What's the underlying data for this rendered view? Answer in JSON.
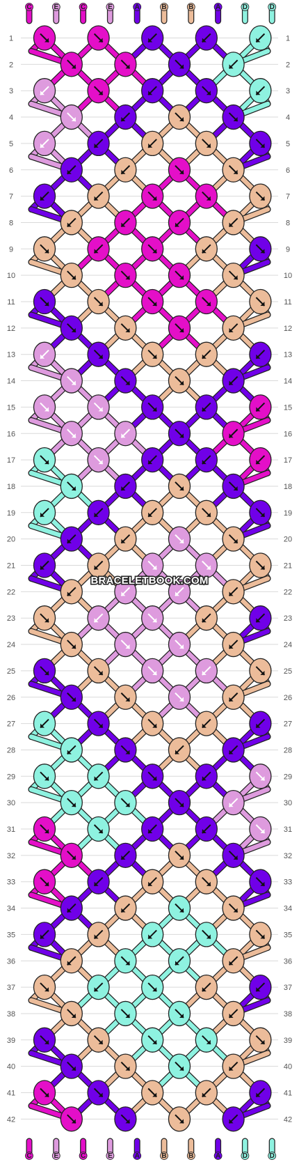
{
  "watermark": "BRACELETBOOK.COM",
  "colors": {
    "A": "#7000e8",
    "B": "#ecbc9a",
    "C": "#e40fc8",
    "D": "#8ef2e0",
    "E": "#de9bde"
  },
  "top_strings": [
    "C",
    "E",
    "C",
    "E",
    "A",
    "B",
    "B",
    "A",
    "D",
    "D"
  ],
  "bottom_strings": [
    "C",
    "E",
    "C",
    "E",
    "A",
    "B",
    "B",
    "A",
    "D",
    "D"
  ],
  "rows": [
    {
      "n": "1",
      "knots": [
        {
          "c": "C",
          "d": "r"
        },
        {
          "c": "C",
          "d": "r"
        },
        {
          "c": "A",
          "d": "l"
        },
        {
          "c": "A",
          "d": "l"
        },
        {
          "c": "D",
          "d": "l"
        }
      ]
    },
    {
      "n": "2",
      "knots": [
        {
          "c": "C",
          "d": "r"
        },
        {
          "c": "C",
          "d": "r"
        },
        {
          "c": "A",
          "d": "r"
        },
        {
          "c": "D",
          "d": "l"
        }
      ]
    },
    {
      "n": "3",
      "knots": [
        {
          "c": "E",
          "d": "bl"
        },
        {
          "c": "C",
          "d": "r"
        },
        {
          "c": "A",
          "d": "l"
        },
        {
          "c": "A",
          "d": "r"
        },
        {
          "c": "D",
          "d": "l"
        }
      ]
    },
    {
      "n": "4",
      "knots": [
        {
          "c": "E",
          "d": "br"
        },
        {
          "c": "A",
          "d": "l"
        },
        {
          "c": "B",
          "d": "r"
        },
        {
          "c": "A",
          "d": "r"
        }
      ]
    },
    {
      "n": "5",
      "knots": [
        {
          "c": "E",
          "d": "bl"
        },
        {
          "c": "A",
          "d": "l"
        },
        {
          "c": "B",
          "d": "l"
        },
        {
          "c": "B",
          "d": "r"
        },
        {
          "c": "A",
          "d": "r"
        }
      ]
    },
    {
      "n": "6",
      "knots": [
        {
          "c": "A",
          "d": "l"
        },
        {
          "c": "B",
          "d": "l"
        },
        {
          "c": "C",
          "d": "r"
        },
        {
          "c": "B",
          "d": "r"
        }
      ]
    },
    {
      "n": "7",
      "knots": [
        {
          "c": "A",
          "d": "l"
        },
        {
          "c": "B",
          "d": "l"
        },
        {
          "c": "C",
          "d": "r"
        },
        {
          "c": "C",
          "d": "r"
        },
        {
          "c": "B",
          "d": "r"
        }
      ]
    },
    {
      "n": "8",
      "knots": [
        {
          "c": "B",
          "d": "l"
        },
        {
          "c": "C",
          "d": "l"
        },
        {
          "c": "C",
          "d": "l"
        },
        {
          "c": "B",
          "d": "l"
        }
      ]
    },
    {
      "n": "9",
      "knots": [
        {
          "c": "B",
          "d": "r"
        },
        {
          "c": "C",
          "d": "l"
        },
        {
          "c": "C",
          "d": "r"
        },
        {
          "c": "B",
          "d": "l"
        },
        {
          "c": "A",
          "d": "r"
        }
      ]
    },
    {
      "n": "10",
      "knots": [
        {
          "c": "B",
          "d": "r"
        },
        {
          "c": "C",
          "d": "r"
        },
        {
          "c": "C",
          "d": "r"
        },
        {
          "c": "B",
          "d": "r"
        }
      ]
    },
    {
      "n": "11",
      "knots": [
        {
          "c": "A",
          "d": "r"
        },
        {
          "c": "B",
          "d": "r"
        },
        {
          "c": "C",
          "d": "r"
        },
        {
          "c": "C",
          "d": "r"
        },
        {
          "c": "B",
          "d": "r"
        }
      ]
    },
    {
      "n": "12",
      "knots": [
        {
          "c": "A",
          "d": "r"
        },
        {
          "c": "B",
          "d": "r"
        },
        {
          "c": "C",
          "d": "r"
        },
        {
          "c": "B",
          "d": "l"
        }
      ]
    },
    {
      "n": "13",
      "knots": [
        {
          "c": "E",
          "d": "bl"
        },
        {
          "c": "A",
          "d": "r"
        },
        {
          "c": "B",
          "d": "r"
        },
        {
          "c": "B",
          "d": "l"
        },
        {
          "c": "A",
          "d": "l"
        }
      ]
    },
    {
      "n": "14",
      "knots": [
        {
          "c": "E",
          "d": "br"
        },
        {
          "c": "A",
          "d": "r"
        },
        {
          "c": "B",
          "d": "r"
        },
        {
          "c": "A",
          "d": "l"
        }
      ]
    },
    {
      "n": "15",
      "knots": [
        {
          "c": "E",
          "d": "br"
        },
        {
          "c": "E",
          "d": "br"
        },
        {
          "c": "A",
          "d": "r"
        },
        {
          "c": "A",
          "d": "l"
        },
        {
          "c": "C",
          "d": "l"
        }
      ]
    },
    {
      "n": "16",
      "knots": [
        {
          "c": "E",
          "d": "br"
        },
        {
          "c": "E",
          "d": "bl"
        },
        {
          "c": "A",
          "d": "r"
        },
        {
          "c": "C",
          "d": "l"
        }
      ]
    },
    {
      "n": "17",
      "knots": [
        {
          "c": "D",
          "d": "r"
        },
        {
          "c": "E",
          "d": "br"
        },
        {
          "c": "A",
          "d": "l"
        },
        {
          "c": "A",
          "d": "l"
        },
        {
          "c": "C",
          "d": "l"
        }
      ]
    },
    {
      "n": "18",
      "knots": [
        {
          "c": "D",
          "d": "r"
        },
        {
          "c": "A",
          "d": "l"
        },
        {
          "c": "B",
          "d": "r"
        },
        {
          "c": "A",
          "d": "r"
        }
      ]
    },
    {
      "n": "19",
      "knots": [
        {
          "c": "D",
          "d": "l"
        },
        {
          "c": "A",
          "d": "l"
        },
        {
          "c": "B",
          "d": "l"
        },
        {
          "c": "B",
          "d": "r"
        },
        {
          "c": "A",
          "d": "r"
        }
      ]
    },
    {
      "n": "20",
      "knots": [
        {
          "c": "A",
          "d": "l"
        },
        {
          "c": "B",
          "d": "l"
        },
        {
          "c": "E",
          "d": "br"
        },
        {
          "c": "B",
          "d": "r"
        }
      ]
    },
    {
      "n": "21",
      "knots": [
        {
          "c": "A",
          "d": "l"
        },
        {
          "c": "B",
          "d": "l"
        },
        {
          "c": "E",
          "d": "br"
        },
        {
          "c": "E",
          "d": "br"
        },
        {
          "c": "B",
          "d": "r"
        }
      ]
    },
    {
      "n": "22",
      "knots": [
        {
          "c": "B",
          "d": "l"
        },
        {
          "c": "E",
          "d": "bl"
        },
        {
          "c": "E",
          "d": "bl"
        },
        {
          "c": "B",
          "d": "l"
        }
      ]
    },
    {
      "n": "23",
      "knots": [
        {
          "c": "B",
          "d": "r"
        },
        {
          "c": "E",
          "d": "bl"
        },
        {
          "c": "E",
          "d": "br"
        },
        {
          "c": "B",
          "d": "l"
        },
        {
          "c": "A",
          "d": "l"
        }
      ]
    },
    {
      "n": "24",
      "knots": [
        {
          "c": "B",
          "d": "r"
        },
        {
          "c": "E",
          "d": "br"
        },
        {
          "c": "E",
          "d": "br"
        },
        {
          "c": "B",
          "d": "l"
        }
      ]
    },
    {
      "n": "25",
      "knots": [
        {
          "c": "A",
          "d": "r"
        },
        {
          "c": "B",
          "d": "r"
        },
        {
          "c": "E",
          "d": "br"
        },
        {
          "c": "E",
          "d": "bl"
        },
        {
          "c": "B",
          "d": "r"
        }
      ]
    },
    {
      "n": "26",
      "knots": [
        {
          "c": "A",
          "d": "r"
        },
        {
          "c": "B",
          "d": "r"
        },
        {
          "c": "E",
          "d": "br"
        },
        {
          "c": "B",
          "d": "l"
        }
      ]
    },
    {
      "n": "27",
      "knots": [
        {
          "c": "D",
          "d": "l"
        },
        {
          "c": "A",
          "d": "r"
        },
        {
          "c": "B",
          "d": "r"
        },
        {
          "c": "B",
          "d": "l"
        },
        {
          "c": "A",
          "d": "l"
        }
      ]
    },
    {
      "n": "28",
      "knots": [
        {
          "c": "D",
          "d": "l"
        },
        {
          "c": "A",
          "d": "r"
        },
        {
          "c": "B",
          "d": "l"
        },
        {
          "c": "A",
          "d": "l"
        }
      ]
    },
    {
      "n": "29",
      "knots": [
        {
          "c": "D",
          "d": "r"
        },
        {
          "c": "D",
          "d": "l"
        },
        {
          "c": "A",
          "d": "r"
        },
        {
          "c": "A",
          "d": "l"
        },
        {
          "c": "E",
          "d": "br"
        }
      ]
    },
    {
      "n": "30",
      "knots": [
        {
          "c": "D",
          "d": "r"
        },
        {
          "c": "D",
          "d": "r"
        },
        {
          "c": "A",
          "d": "r"
        },
        {
          "c": "E",
          "d": "bl"
        }
      ]
    },
    {
      "n": "31",
      "knots": [
        {
          "c": "C",
          "d": "r"
        },
        {
          "c": "D",
          "d": "r"
        },
        {
          "c": "A",
          "d": "l"
        },
        {
          "c": "A",
          "d": "l"
        },
        {
          "c": "E",
          "d": "br"
        }
      ]
    },
    {
      "n": "32",
      "knots": [
        {
          "c": "C",
          "d": "r"
        },
        {
          "c": "A",
          "d": "l"
        },
        {
          "c": "B",
          "d": "r"
        },
        {
          "c": "A",
          "d": "r"
        }
      ]
    },
    {
      "n": "33",
      "knots": [
        {
          "c": "C",
          "d": "r"
        },
        {
          "c": "A",
          "d": "l"
        },
        {
          "c": "B",
          "d": "l"
        },
        {
          "c": "B",
          "d": "r"
        },
        {
          "c": "A",
          "d": "r"
        }
      ]
    },
    {
      "n": "34",
      "knots": [
        {
          "c": "A",
          "d": "l"
        },
        {
          "c": "B",
          "d": "l"
        },
        {
          "c": "D",
          "d": "r"
        },
        {
          "c": "B",
          "d": "r"
        }
      ]
    },
    {
      "n": "35",
      "knots": [
        {
          "c": "A",
          "d": "l"
        },
        {
          "c": "B",
          "d": "l"
        },
        {
          "c": "D",
          "d": "l"
        },
        {
          "c": "D",
          "d": "r"
        },
        {
          "c": "B",
          "d": "r"
        }
      ]
    },
    {
      "n": "36",
      "knots": [
        {
          "c": "B",
          "d": "l"
        },
        {
          "c": "D",
          "d": "r"
        },
        {
          "c": "D",
          "d": "l"
        },
        {
          "c": "B",
          "d": "l"
        }
      ]
    },
    {
      "n": "37",
      "knots": [
        {
          "c": "B",
          "d": "r"
        },
        {
          "c": "D",
          "d": "l"
        },
        {
          "c": "D",
          "d": "r"
        },
        {
          "c": "B",
          "d": "l"
        },
        {
          "c": "A",
          "d": "l"
        }
      ]
    },
    {
      "n": "38",
      "knots": [
        {
          "c": "B",
          "d": "r"
        },
        {
          "c": "D",
          "d": "r"
        },
        {
          "c": "D",
          "d": "r"
        },
        {
          "c": "B",
          "d": "l"
        }
      ]
    },
    {
      "n": "39",
      "knots": [
        {
          "c": "A",
          "d": "r"
        },
        {
          "c": "B",
          "d": "r"
        },
        {
          "c": "D",
          "d": "r"
        },
        {
          "c": "D",
          "d": "r"
        },
        {
          "c": "B",
          "d": "r"
        }
      ]
    },
    {
      "n": "40",
      "knots": [
        {
          "c": "A",
          "d": "r"
        },
        {
          "c": "B",
          "d": "r"
        },
        {
          "c": "D",
          "d": "r"
        },
        {
          "c": "B",
          "d": "l"
        }
      ]
    },
    {
      "n": "41",
      "knots": [
        {
          "c": "C",
          "d": "r"
        },
        {
          "c": "A",
          "d": "r"
        },
        {
          "c": "B",
          "d": "r"
        },
        {
          "c": "B",
          "d": "l"
        },
        {
          "c": "A",
          "d": "l"
        }
      ]
    },
    {
      "n": "42",
      "knots": [
        {
          "c": "C",
          "d": "r"
        },
        {
          "c": "A",
          "d": "r"
        },
        {
          "c": "B",
          "d": "r"
        },
        {
          "c": "A",
          "d": "l"
        }
      ]
    }
  ]
}
